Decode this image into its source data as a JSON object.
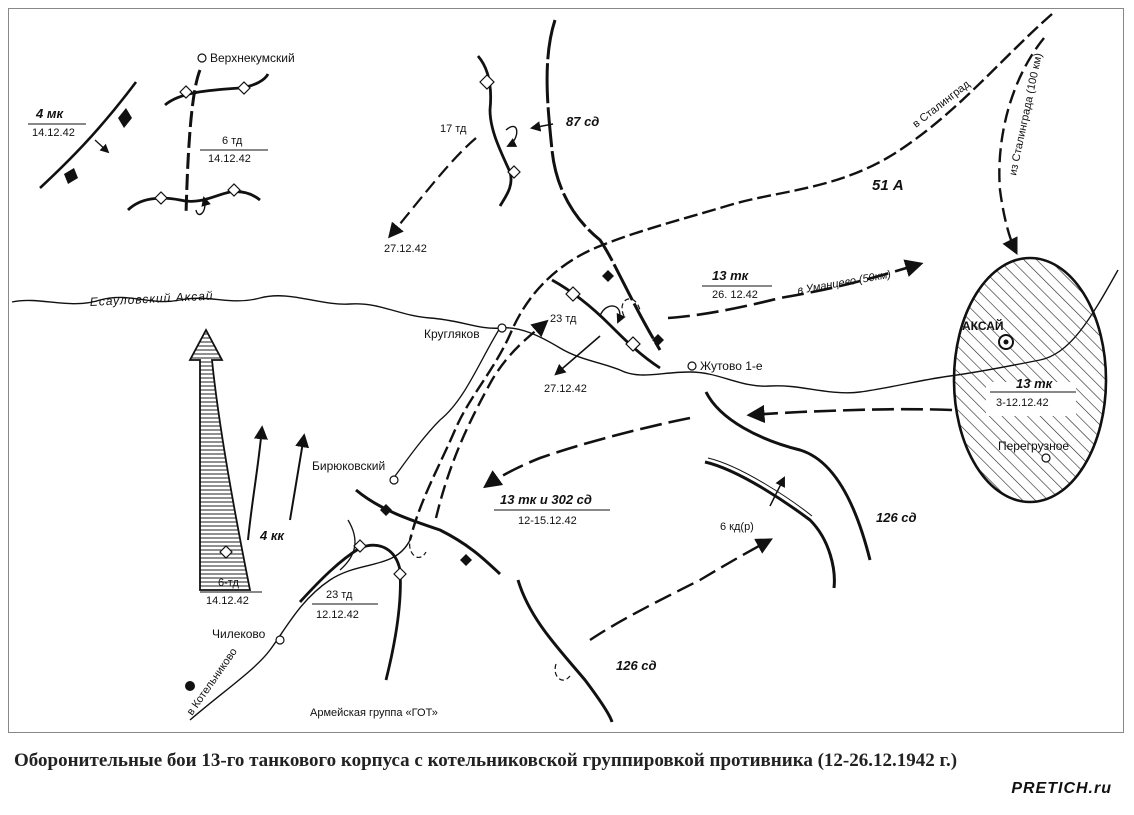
{
  "map": {
    "places": {
      "verkhnekumsky": "Верхнекумский",
      "kruglyakov": "Кругляков",
      "zhutovo": "Жутово 1-е",
      "biryukovsky": "Бирюковский",
      "chilekovo": "Чилеково",
      "aksai": "АКСАЙ",
      "peregruznoe": "Перегрузное"
    },
    "river": "Есауловский Аксай",
    "units": {
      "u4mk": "4 мк",
      "u4mk_date": "14.12.42",
      "u6td_top": "6 тд",
      "u6td_top_date": "14.12.42",
      "u17td": "17 тд",
      "u17td_date": "27.12.42",
      "u87sd": "87 сд",
      "u51a": "51 А",
      "u13tk_top": "13 тк",
      "u13tk_top_date": "26. 12.42",
      "u23td_mid": "23 тд",
      "u23td_mid_date": "27.12.42",
      "u13tk_aksai": "13 тк",
      "u13tk_aksai_date": "3-12.12.42",
      "u13tk302": "13 тк и 302 сд",
      "u13tk302_date": "12-15.12.42",
      "u4kk": "4 кк",
      "u6td_low": "6-тд",
      "u6td_low_date": "14.12.42",
      "u23td_low": "23 тд",
      "u23td_low_date": "12.12.42",
      "u6kd": "6 кд(р)",
      "u126sd_right": "126 сд",
      "u126sd_low": "126 сд",
      "army_group": "Армейская группа «ГОТ»"
    },
    "roads": {
      "to_stalingrad": "в Сталинград",
      "from_stalingrad": "из Сталинграда (100 км)",
      "to_umantsevo": "в Уманцево (50км)",
      "to_kotelnikovo": "в Котельниково"
    }
  },
  "caption": "Оборонительные бои 13-го танкового корпуса с котельниковской группировкой противника (12-26.12.1942 г.)",
  "watermark": "PRETICH.ru"
}
